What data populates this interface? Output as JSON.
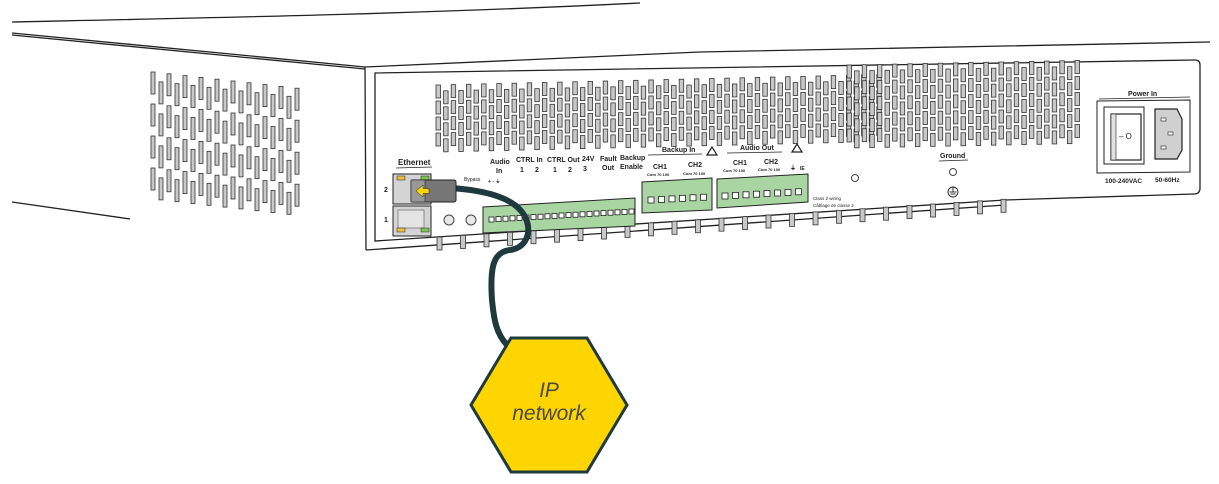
{
  "diagram": {
    "title": "Rear panel Ethernet connection to IP network",
    "colors": {
      "cable": "#1f3a3d",
      "terminal_block": "#a8d5a2",
      "hexagon_fill": "#ffd500",
      "hexagon_stroke": "#1f3a3d",
      "led_amber": "#e8c040",
      "led_green": "#7cc44c",
      "connector_arrow": "#ffd500",
      "vent_fill": "#c8c8c8"
    },
    "network_node": {
      "line1": "IP",
      "line2": "network"
    },
    "ethernet": {
      "label": "Ethernet",
      "port2": "2",
      "port1": "1",
      "bypass_label": "Bypass"
    },
    "io_labels": {
      "audio": "Audio",
      "audio_sub": "In",
      "audio_pins": "+ - ⏚",
      "ctrl_in": "CTRL In",
      "ctrl_in_1": "1",
      "ctrl_in_2": "2",
      "ctrl_out": "CTRL Out",
      "ctrl_out_1": "1",
      "ctrl_out_2": "2",
      "ctrl_out_3": "3",
      "v24": "24V",
      "fault": "Fault",
      "fault_sub": "Out",
      "backup": "Backup",
      "backup_sub": "Enable",
      "pm": "+ -"
    },
    "backup_in": {
      "label": "Backup In",
      "ch1": "CH1",
      "ch2": "CH2",
      "taps": "Com 70 100"
    },
    "audio_out": {
      "label": "Audio Out",
      "ch1": "CH1",
      "ch2": "CH2",
      "taps": "Com 70 100",
      "class2_en": "Class 2 wiring",
      "class2_fr": "Câblage de classe 2"
    },
    "ground": {
      "label": "Ground"
    },
    "power": {
      "label": "Power In",
      "switch_marks": "– O",
      "voltage": "100-240VAC",
      "frequency": "50-60Hz"
    }
  }
}
